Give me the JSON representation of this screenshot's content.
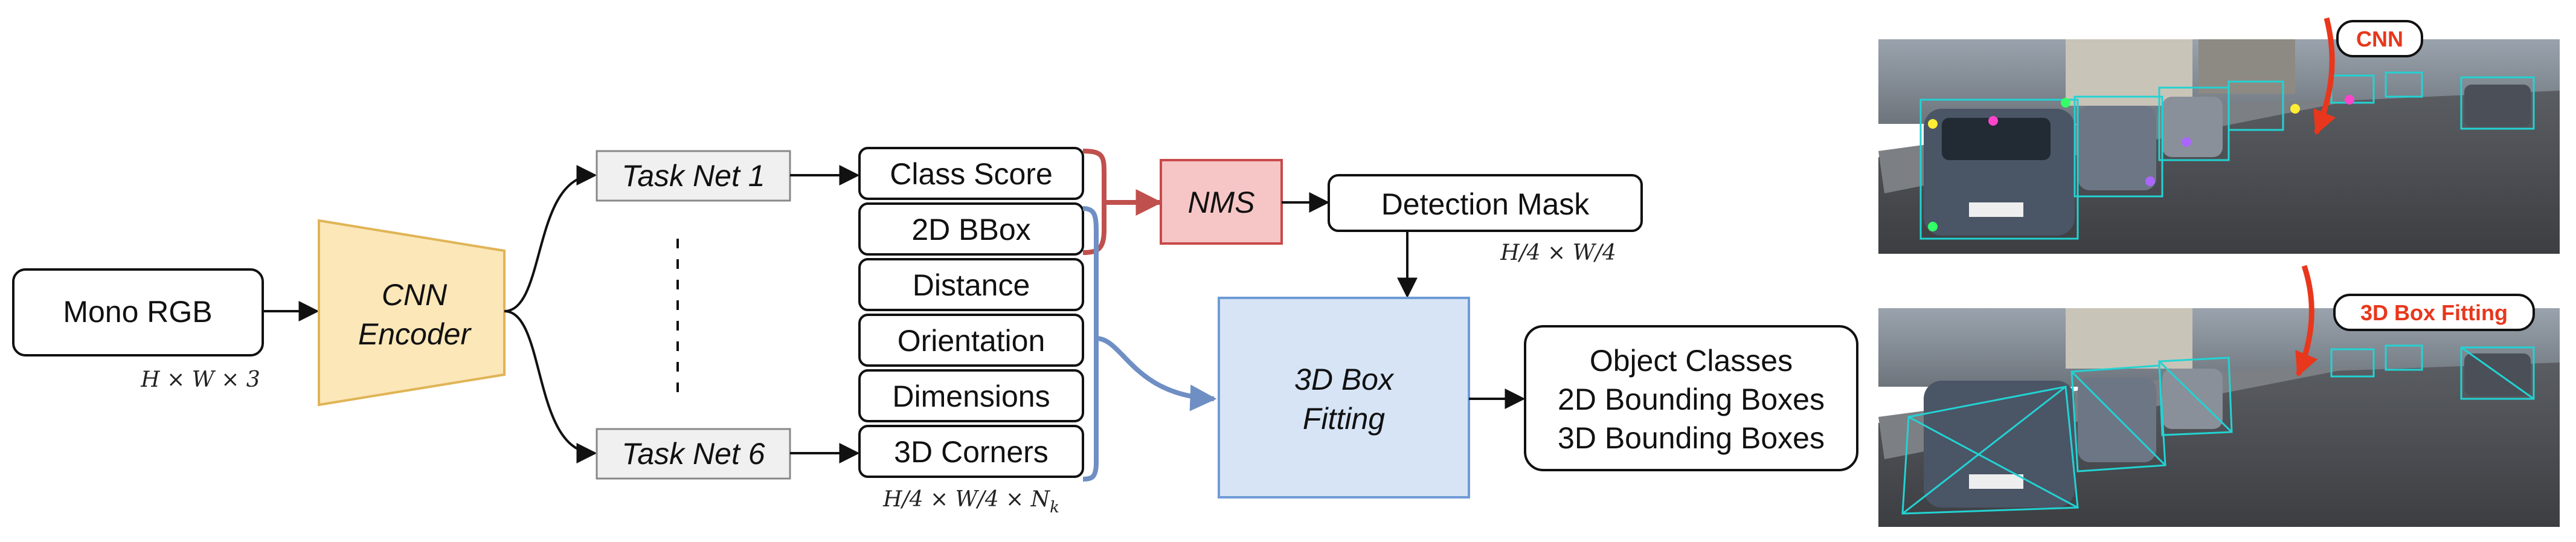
{
  "input": {
    "label": "Mono RGB",
    "dims": "H × W × 3"
  },
  "encoder": {
    "line1": "CNN",
    "line2": "Encoder"
  },
  "task_nets": [
    {
      "label": "Task Net 1"
    },
    {
      "label": "Task Net 6"
    }
  ],
  "outputs": [
    {
      "label": "Class Score"
    },
    {
      "label": "2D BBox"
    },
    {
      "label": "Distance"
    },
    {
      "label": "Orientation"
    },
    {
      "label": "Dimensions"
    },
    {
      "label": "3D Corners"
    }
  ],
  "outputs_dims": "H/4 × W/4 × N",
  "outputs_dims_sub": "k",
  "nms": {
    "label": "NMS"
  },
  "detection_mask": {
    "label": "Detection Mask",
    "dims": "H/4 × W/4"
  },
  "box_fitting": {
    "line1": "3D Box",
    "line2": "Fitting"
  },
  "results": {
    "line1": "Object Classes",
    "line2": "2D Bounding Boxes",
    "line3": "3D Bounding Boxes"
  },
  "photos": {
    "top_badge": "CNN",
    "bottom_badge": "3D Box Fitting"
  },
  "colors": {
    "encoder_fill": "#fbe7b8",
    "encoder_stroke": "#e0b456",
    "nms_fill": "#f6c6c6",
    "nms_stroke": "#c84a4a",
    "red_arrow": "#c0504d",
    "blue_arrow": "#6f8fc4",
    "fitting_fill": "#d6e4f6",
    "fitting_stroke": "#6f9bd6",
    "tasknet_fill": "#f0f0f0",
    "badge_red": "#e8371c"
  }
}
